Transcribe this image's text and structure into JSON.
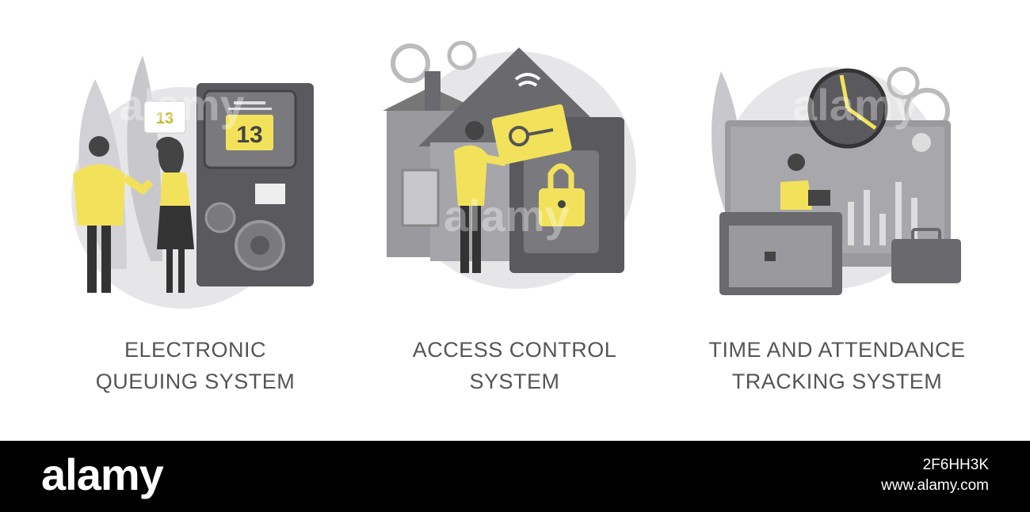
{
  "panels": [
    {
      "caption_line1": "ELECTRONIC",
      "caption_line2": "QUEUING SYSTEM",
      "ticket_number": "13",
      "display_number": "13"
    },
    {
      "caption_line1": "ACCESS CONTROL",
      "caption_line2": "SYSTEM"
    },
    {
      "caption_line1": "TIME AND ATTENDANCE",
      "caption_line2": "TRACKING SYSTEM"
    }
  ],
  "watermark_text": "alamy",
  "footer": {
    "logo": "alamy",
    "image_id": "2F6HH3K",
    "site": "www.alamy.com"
  },
  "colors": {
    "accent": "#F2E25B",
    "dark": "#555555",
    "mid": "#888888",
    "light": "#BBBBBB",
    "bg_circle": "#E6E6E9"
  }
}
